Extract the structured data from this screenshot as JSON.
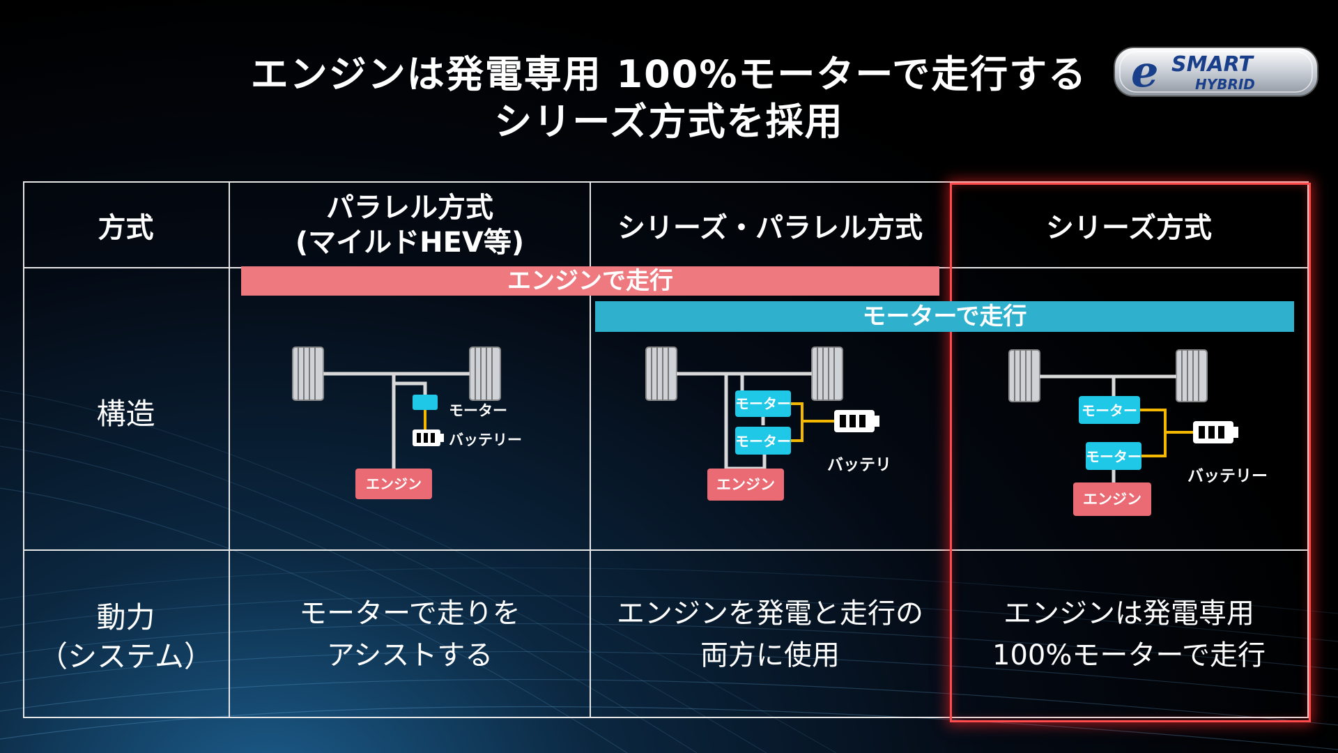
{
  "title": {
    "line1": "エンジンは発電専用 100%モーターで走行する",
    "line2": "シリーズ方式を採用"
  },
  "logo": {
    "big": "SMART",
    "small": "HYBRID",
    "mark": "e"
  },
  "table": {
    "corner": "方式",
    "columns": [
      {
        "line1": "パラレル方式",
        "line2": "(マイルドHEV等)"
      },
      {
        "line1": "シリーズ・パラレル方式"
      },
      {
        "line1": "シリーズ方式"
      }
    ],
    "rows": {
      "structure_label": "構造",
      "power_label_line1": "動力",
      "power_label_line2": "（システム）"
    },
    "power": [
      {
        "line1": "モーターで走りを",
        "line2": "アシストする"
      },
      {
        "line1": "エンジンを発電と走行の",
        "line2": "両方に使用"
      },
      {
        "line1": "エンジンは発電専用",
        "line2": "100%モーターで走行"
      }
    ]
  },
  "bands": {
    "engine_drive": "エンジンで走行",
    "motor_drive": "モーターで走行"
  },
  "diagram_labels": {
    "motor": "モーター",
    "battery": "バッテリー",
    "engine": "エンジン"
  },
  "colors": {
    "engine_band": "#ee7a80",
    "motor_band": "#2fb0cc",
    "engine_box": "#ea6b73",
    "motor_box": "#1ec8e6",
    "wire": "#f5b800",
    "highlight": "#ff4b4b"
  }
}
